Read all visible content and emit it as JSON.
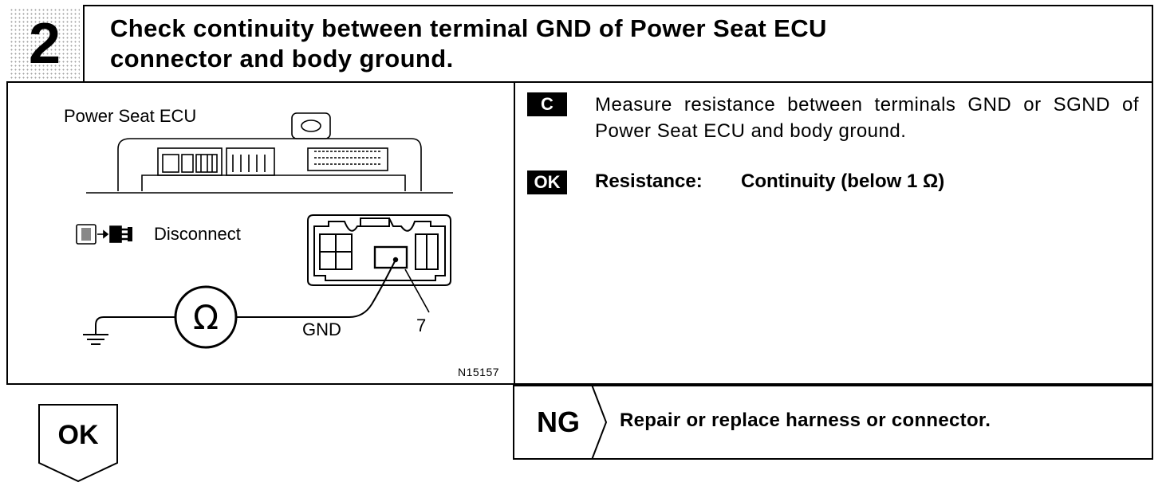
{
  "header": {
    "step_number": "2",
    "title_line1": "Check continuity between terminal GND of Power Seat ECU",
    "title_line2": "connector and body ground."
  },
  "diagram": {
    "ecu_label": "Power Seat ECU",
    "disconnect_label": "Disconnect",
    "meter_symbol": "Ω",
    "gnd_label": "GND",
    "pin_number": "7",
    "figure_code": "N15157"
  },
  "procedure": {
    "check_tag": "C",
    "measure_text": "Measure resistance between terminals GND or SGND of Power Seat ECU and body ground.",
    "ok_tag": "OK",
    "resistance_label": "Resistance:",
    "resistance_value": "Continuity (below 1 Ω)"
  },
  "results": {
    "ok_label": "OK",
    "ng_label": "NG",
    "ng_action": "Repair or replace harness or connector."
  }
}
